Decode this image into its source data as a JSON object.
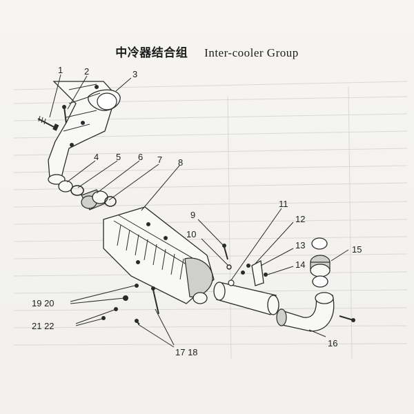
{
  "title": {
    "zh": "中冷器结合组",
    "en": "Inter-cooler Group"
  },
  "callouts": [
    "1",
    "2",
    "3",
    "4",
    "5",
    "6",
    "7",
    "8",
    "9",
    "10",
    "11",
    "12",
    "13",
    "14",
    "15",
    "16",
    "17 18",
    "19 20",
    "21 22"
  ]
}
